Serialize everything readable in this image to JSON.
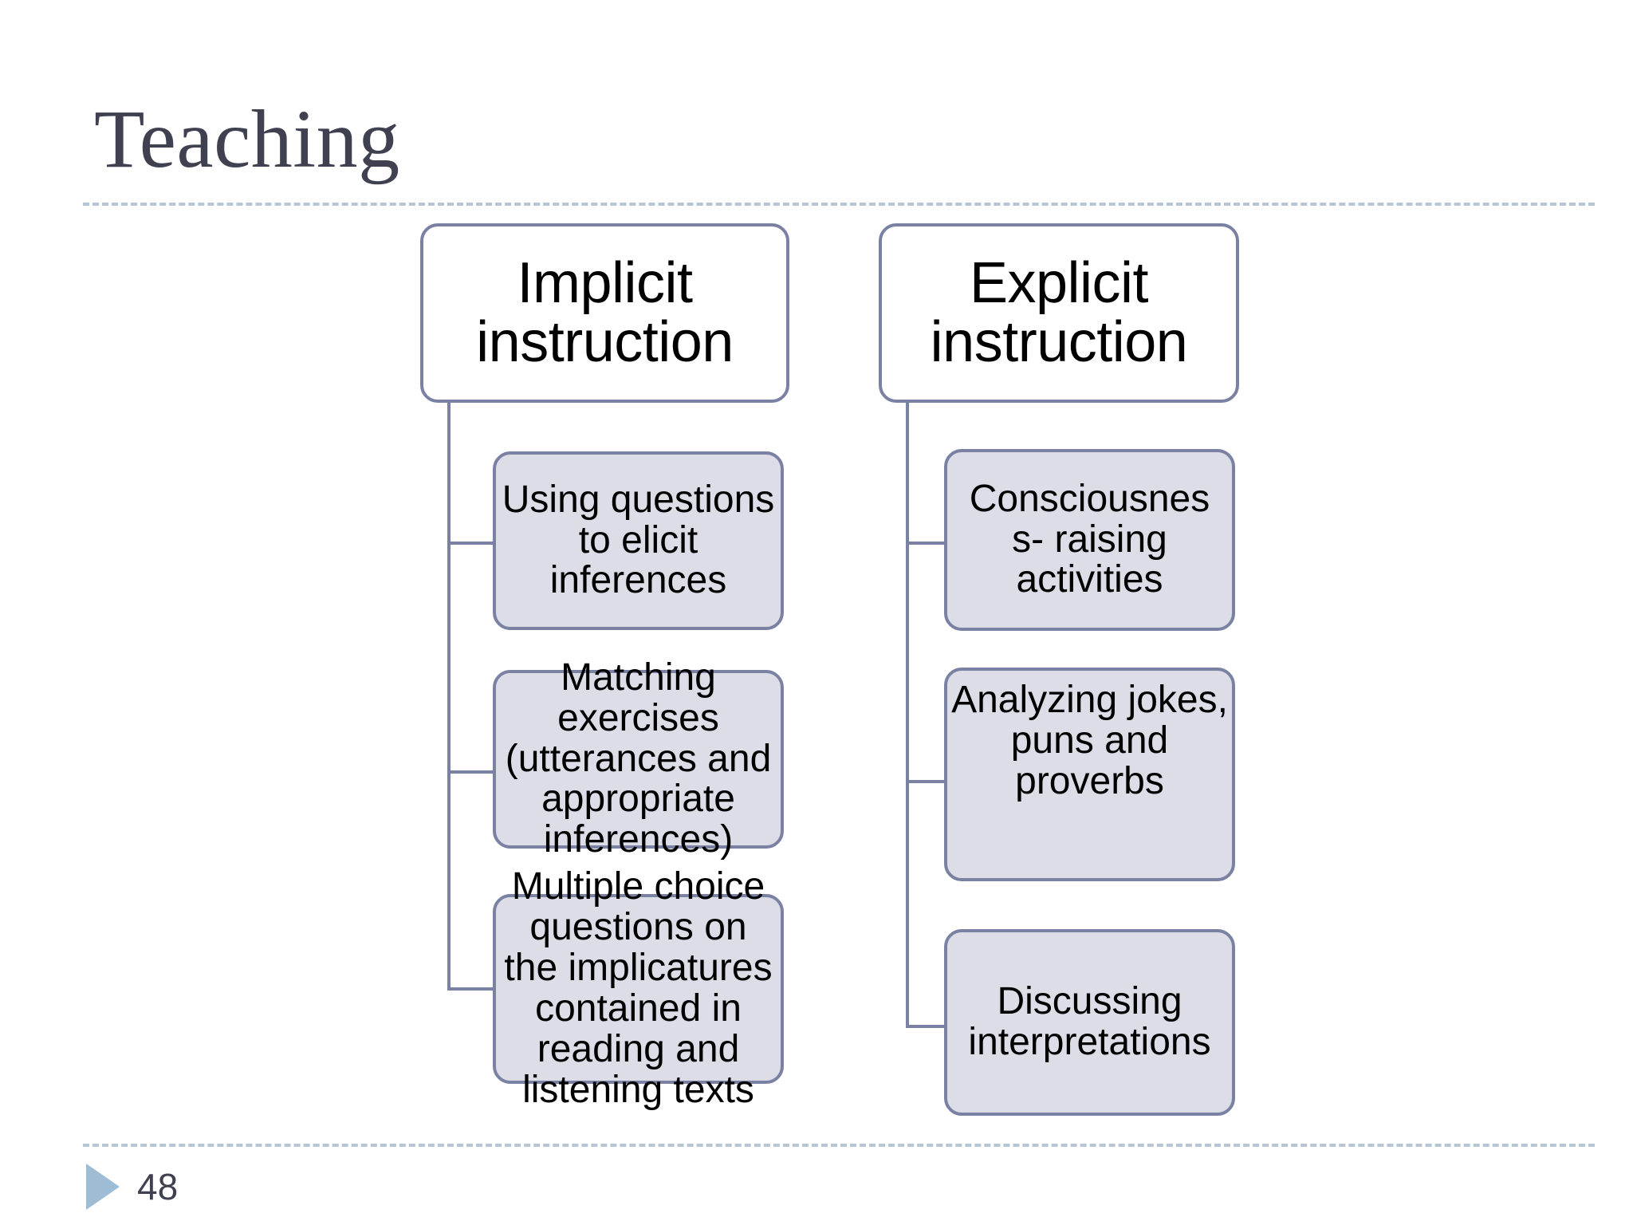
{
  "slide": {
    "title": "Teaching",
    "page_number": "48",
    "accent_color": "#9ebdd4",
    "rule_color": "#b6c6d4",
    "node_border_color": "#7a81a3",
    "node_child_fill": "#dcdde7",
    "node_root_fill": "#ffffff",
    "title_color": "#3f4150"
  },
  "diagram": {
    "type": "tree",
    "branches": [
      {
        "root_label": "Implicit instruction",
        "children": [
          {
            "label": "Using questions to elicit inferences"
          },
          {
            "label": "Matching exercises (utterances and appropriate inferences)"
          },
          {
            "label": "Multiple choice questions on the implicatures contained in reading and listening texts"
          }
        ]
      },
      {
        "root_label": "Explicit instruction",
        "children": [
          {
            "label": "Consciousnes s- raising activities"
          },
          {
            "label": "Analyzing jokes, puns and proverbs"
          },
          {
            "label": "Discussing interpretations"
          }
        ]
      }
    ]
  }
}
